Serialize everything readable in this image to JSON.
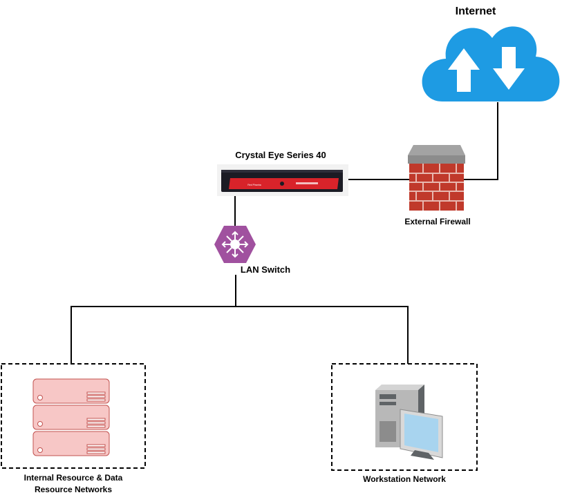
{
  "nodes": {
    "internet": {
      "label": "Internet",
      "icon": "cloud-upload-download-icon"
    },
    "appliance": {
      "label": "Crystal Eye Series 40",
      "icon": "rack-appliance-icon",
      "faceplate_text": "Red Piranha"
    },
    "firewall": {
      "label": "External Firewall",
      "icon": "brick-firewall-icon"
    },
    "switch": {
      "label": "LAN Switch",
      "icon": "network-switch-icon"
    },
    "servers": {
      "label_line1": "Internal Resource & Data",
      "label_line2": "Resource Networks",
      "icon": "server-stack-icon"
    },
    "workstation": {
      "label": "Workstation Network",
      "icon": "desktop-computer-icon"
    }
  },
  "colors": {
    "cloud": "#1e9be3",
    "appliance_body": "#1b1b24",
    "appliance_accent": "#d8232a",
    "brick": "#c0392b",
    "switch": "#a0519f",
    "server_fill": "#f7c7c6",
    "server_stroke": "#c0504d",
    "line": "#000000"
  }
}
